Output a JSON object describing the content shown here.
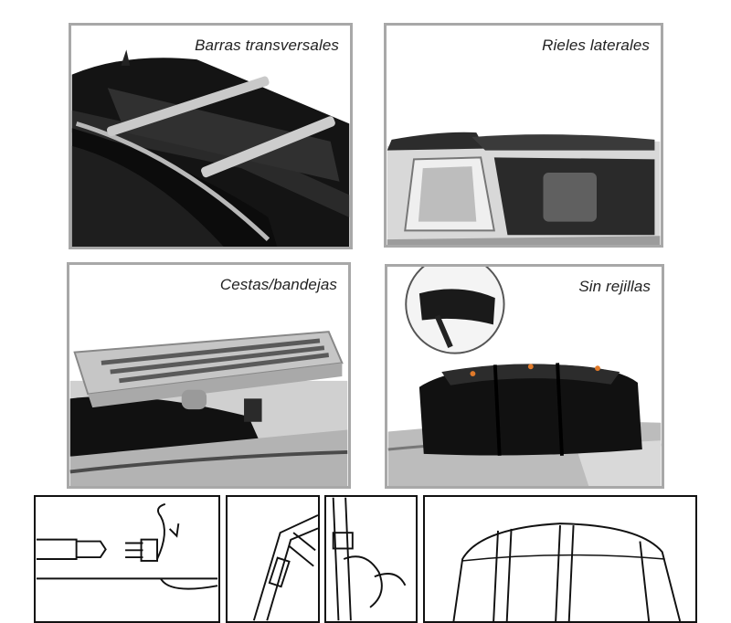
{
  "panels": {
    "crossbars": {
      "label": "Barras transversales"
    },
    "side_rails": {
      "label": "Rieles laterales"
    },
    "baskets": {
      "label": "Cestas/bandejas"
    },
    "no_racks": {
      "label": "Sin rejillas"
    }
  },
  "colors": {
    "panel_border": "#a8a8a8",
    "label_text": "#222222",
    "diagram_line": "#111111",
    "bag_orange_accent": "#e07a2a"
  }
}
